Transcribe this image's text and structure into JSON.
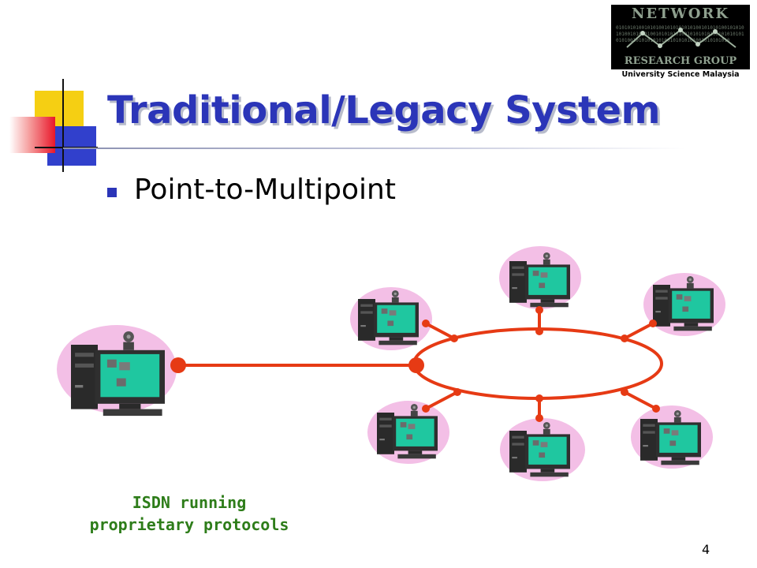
{
  "slide": {
    "title": "Traditional/Legacy System",
    "bullet": "Point-to-Multipoint",
    "caption_line1": "ISDN running",
    "caption_line2": "proprietary protocols",
    "page_number": "4"
  },
  "logo": {
    "line1": "NETWORK",
    "line2": "RESEARCH GROUP",
    "line3": "University Science Malaysia",
    "bits": "0101010100101010010101010101001010101001010101010010101010010101010100101010101001010101010101001010101010100101010101001010101010"
  },
  "colors": {
    "title": "#2b35b8",
    "link": "#e63a14",
    "caption": "#2e7d1a",
    "monitor_screen": "#1fc7a0",
    "halo": "#f3bfe6"
  },
  "diagram": {
    "icons": [
      "computer-icon",
      "webcam-icon",
      "link-node"
    ]
  }
}
